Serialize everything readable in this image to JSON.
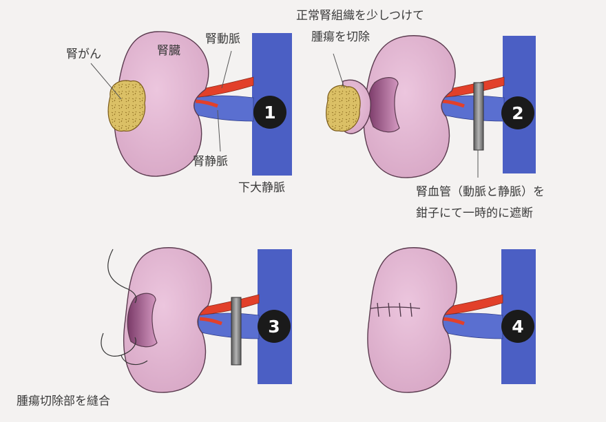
{
  "colors": {
    "background": "#f4f2f1",
    "kidney": "#e2b6d2",
    "kidney_stroke": "#5a3a4e",
    "vena_cava": "#4b5fc4",
    "artery": "#e2402a",
    "vein": "#5a6fd0",
    "tumor": "#d9be62",
    "clamp": "#8c8c8c",
    "badge": "#1a1a1a"
  },
  "panels": [
    {
      "number": "1",
      "labels": {
        "cancer": "腎がん",
        "kidney": "腎臓",
        "artery": "腎動脈",
        "vein": "腎静脈",
        "ivc": "下大静脈"
      }
    },
    {
      "number": "2",
      "labels": {
        "excision_line1": "正常腎組織を少しつけて",
        "excision_line2": "腫瘍を切除",
        "clamp_line1": "腎血管（動脈と静脈）を",
        "clamp_line2": "鉗子にて一時的に遮断"
      }
    },
    {
      "number": "3",
      "labels": {
        "suture": "腫瘍切除部を縫合"
      }
    },
    {
      "number": "4",
      "labels": {}
    }
  ]
}
